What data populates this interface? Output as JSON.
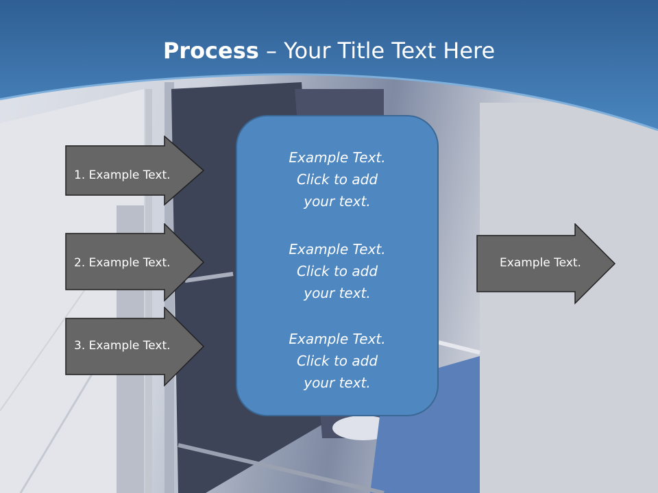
{
  "slide": {
    "title_bold": "Process",
    "title_rest": " – Your Title Text Here"
  },
  "left_arrows": [
    {
      "label": "1. Example Text."
    },
    {
      "label": "2. Example Text."
    },
    {
      "label": "3. Example Text."
    }
  ],
  "center_box": {
    "paragraphs": [
      {
        "line1": "Example Text.",
        "line2": "Click  to add",
        "line3": "your text."
      },
      {
        "line1": "Example Text.",
        "line2": "Click  to add",
        "line3": "your text."
      },
      {
        "line1": "Example Text.",
        "line2": "Click  to add",
        "line3": "your text."
      }
    ]
  },
  "right_arrow": {
    "label": "Example Text."
  },
  "colors": {
    "header_blue": "#3f74a8",
    "arrow_fill": "#666666",
    "box_fill": "#4f87c1"
  }
}
